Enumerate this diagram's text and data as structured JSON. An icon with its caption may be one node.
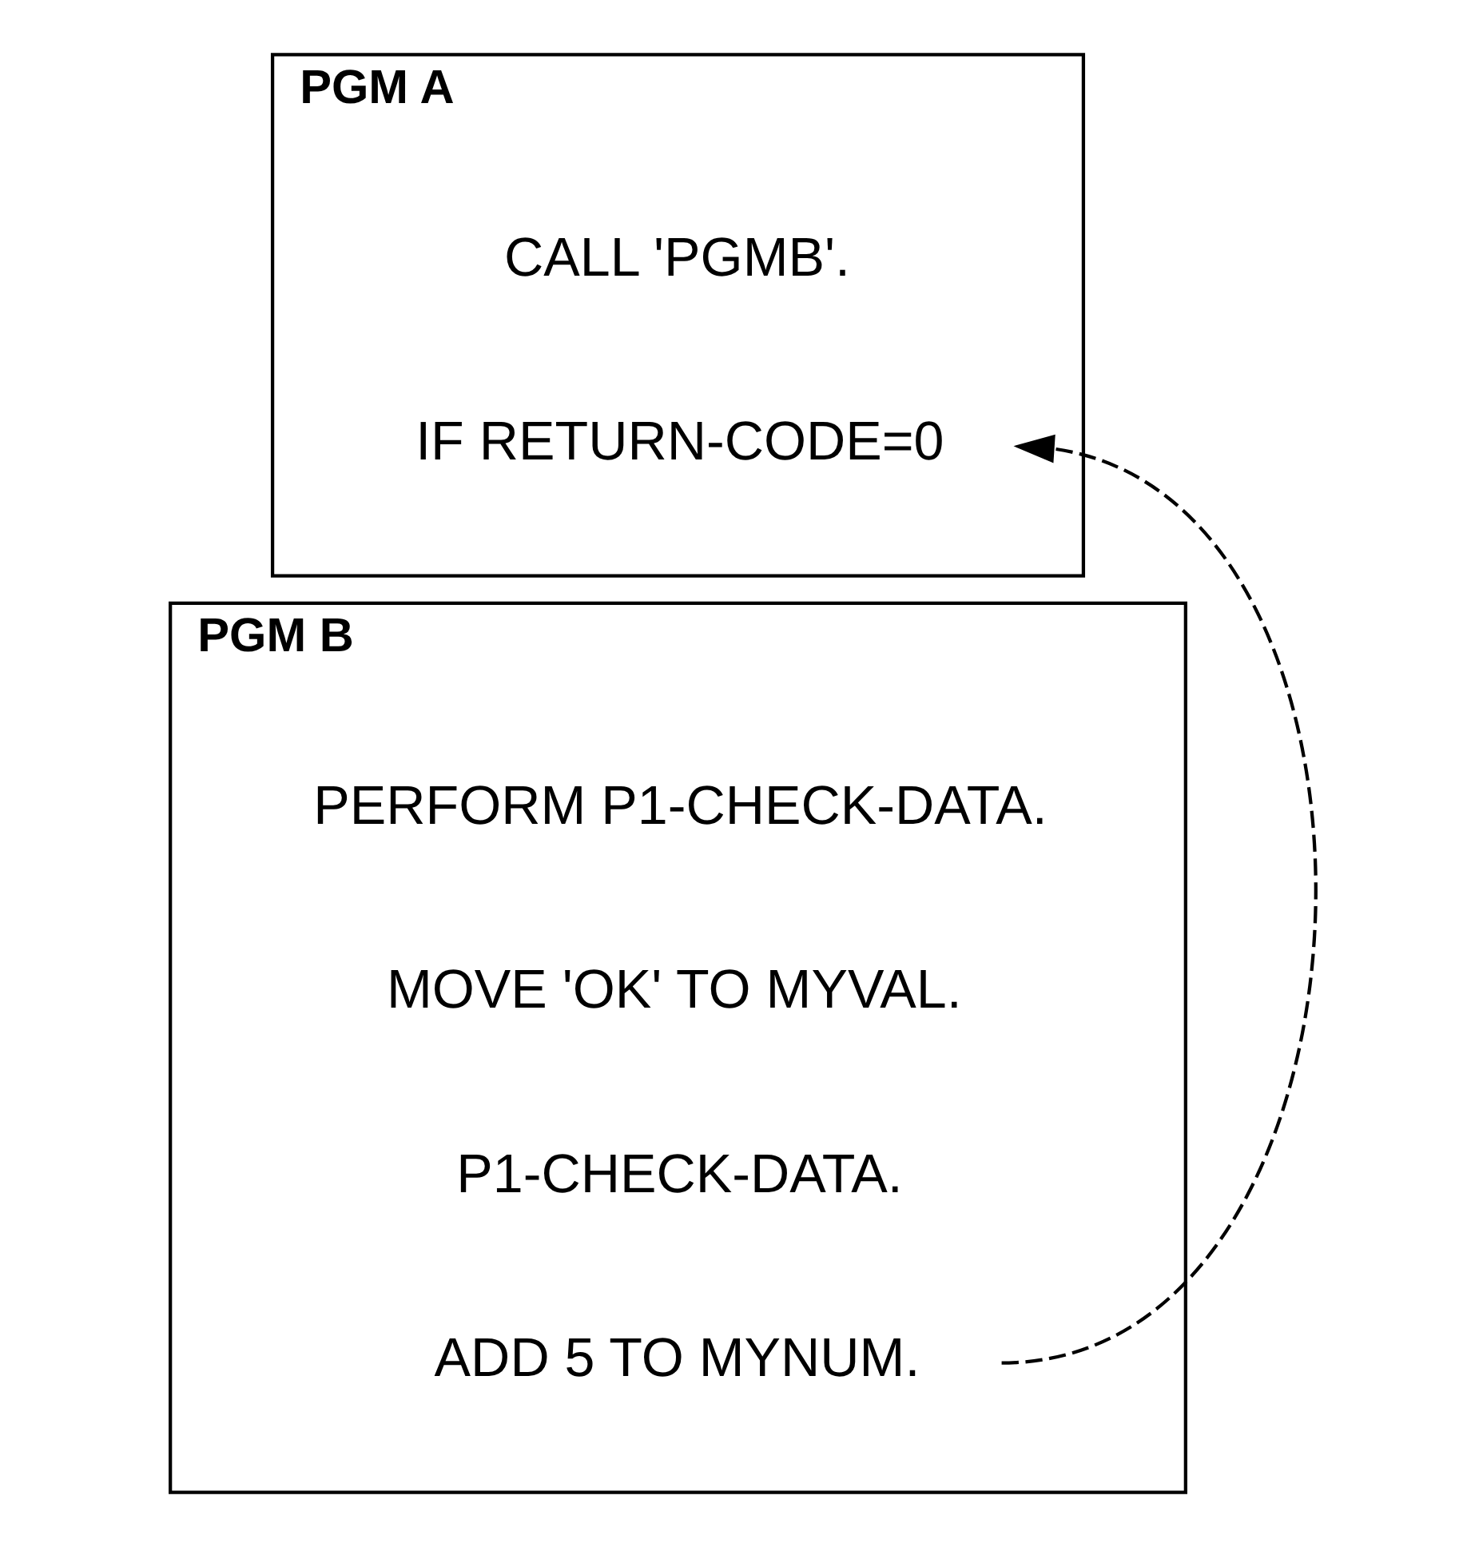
{
  "diagram": {
    "nodes": [
      {
        "text": [
          "PGM A"
        ]
      },
      {
        "text": [
          "CALL 'PGMB'."
        ],
        "in": 0
      },
      {
        "text": [
          "IF RETURN-CODE=0"
        ],
        "in": 0
      },
      {
        "text": [
          "PGM B"
        ]
      },
      {
        "text": [
          "PERFORM P1-CHECK-DATA."
        ],
        "in": 3
      },
      {
        "text": [
          "MOVE 'OK' TO MYVAL."
        ],
        "in": 3
      },
      {
        "text": [
          "P1-CHECK-DATA."
        ],
        "in": 3
      },
      {
        "text": [
          "ADD 5 TO MYNUM."
        ],
        "in": 3
      }
    ],
    "edges": [
      {
        "from": 7,
        "to": 2,
        "arrow": "to",
        "style": "dashed"
      }
    ]
  }
}
